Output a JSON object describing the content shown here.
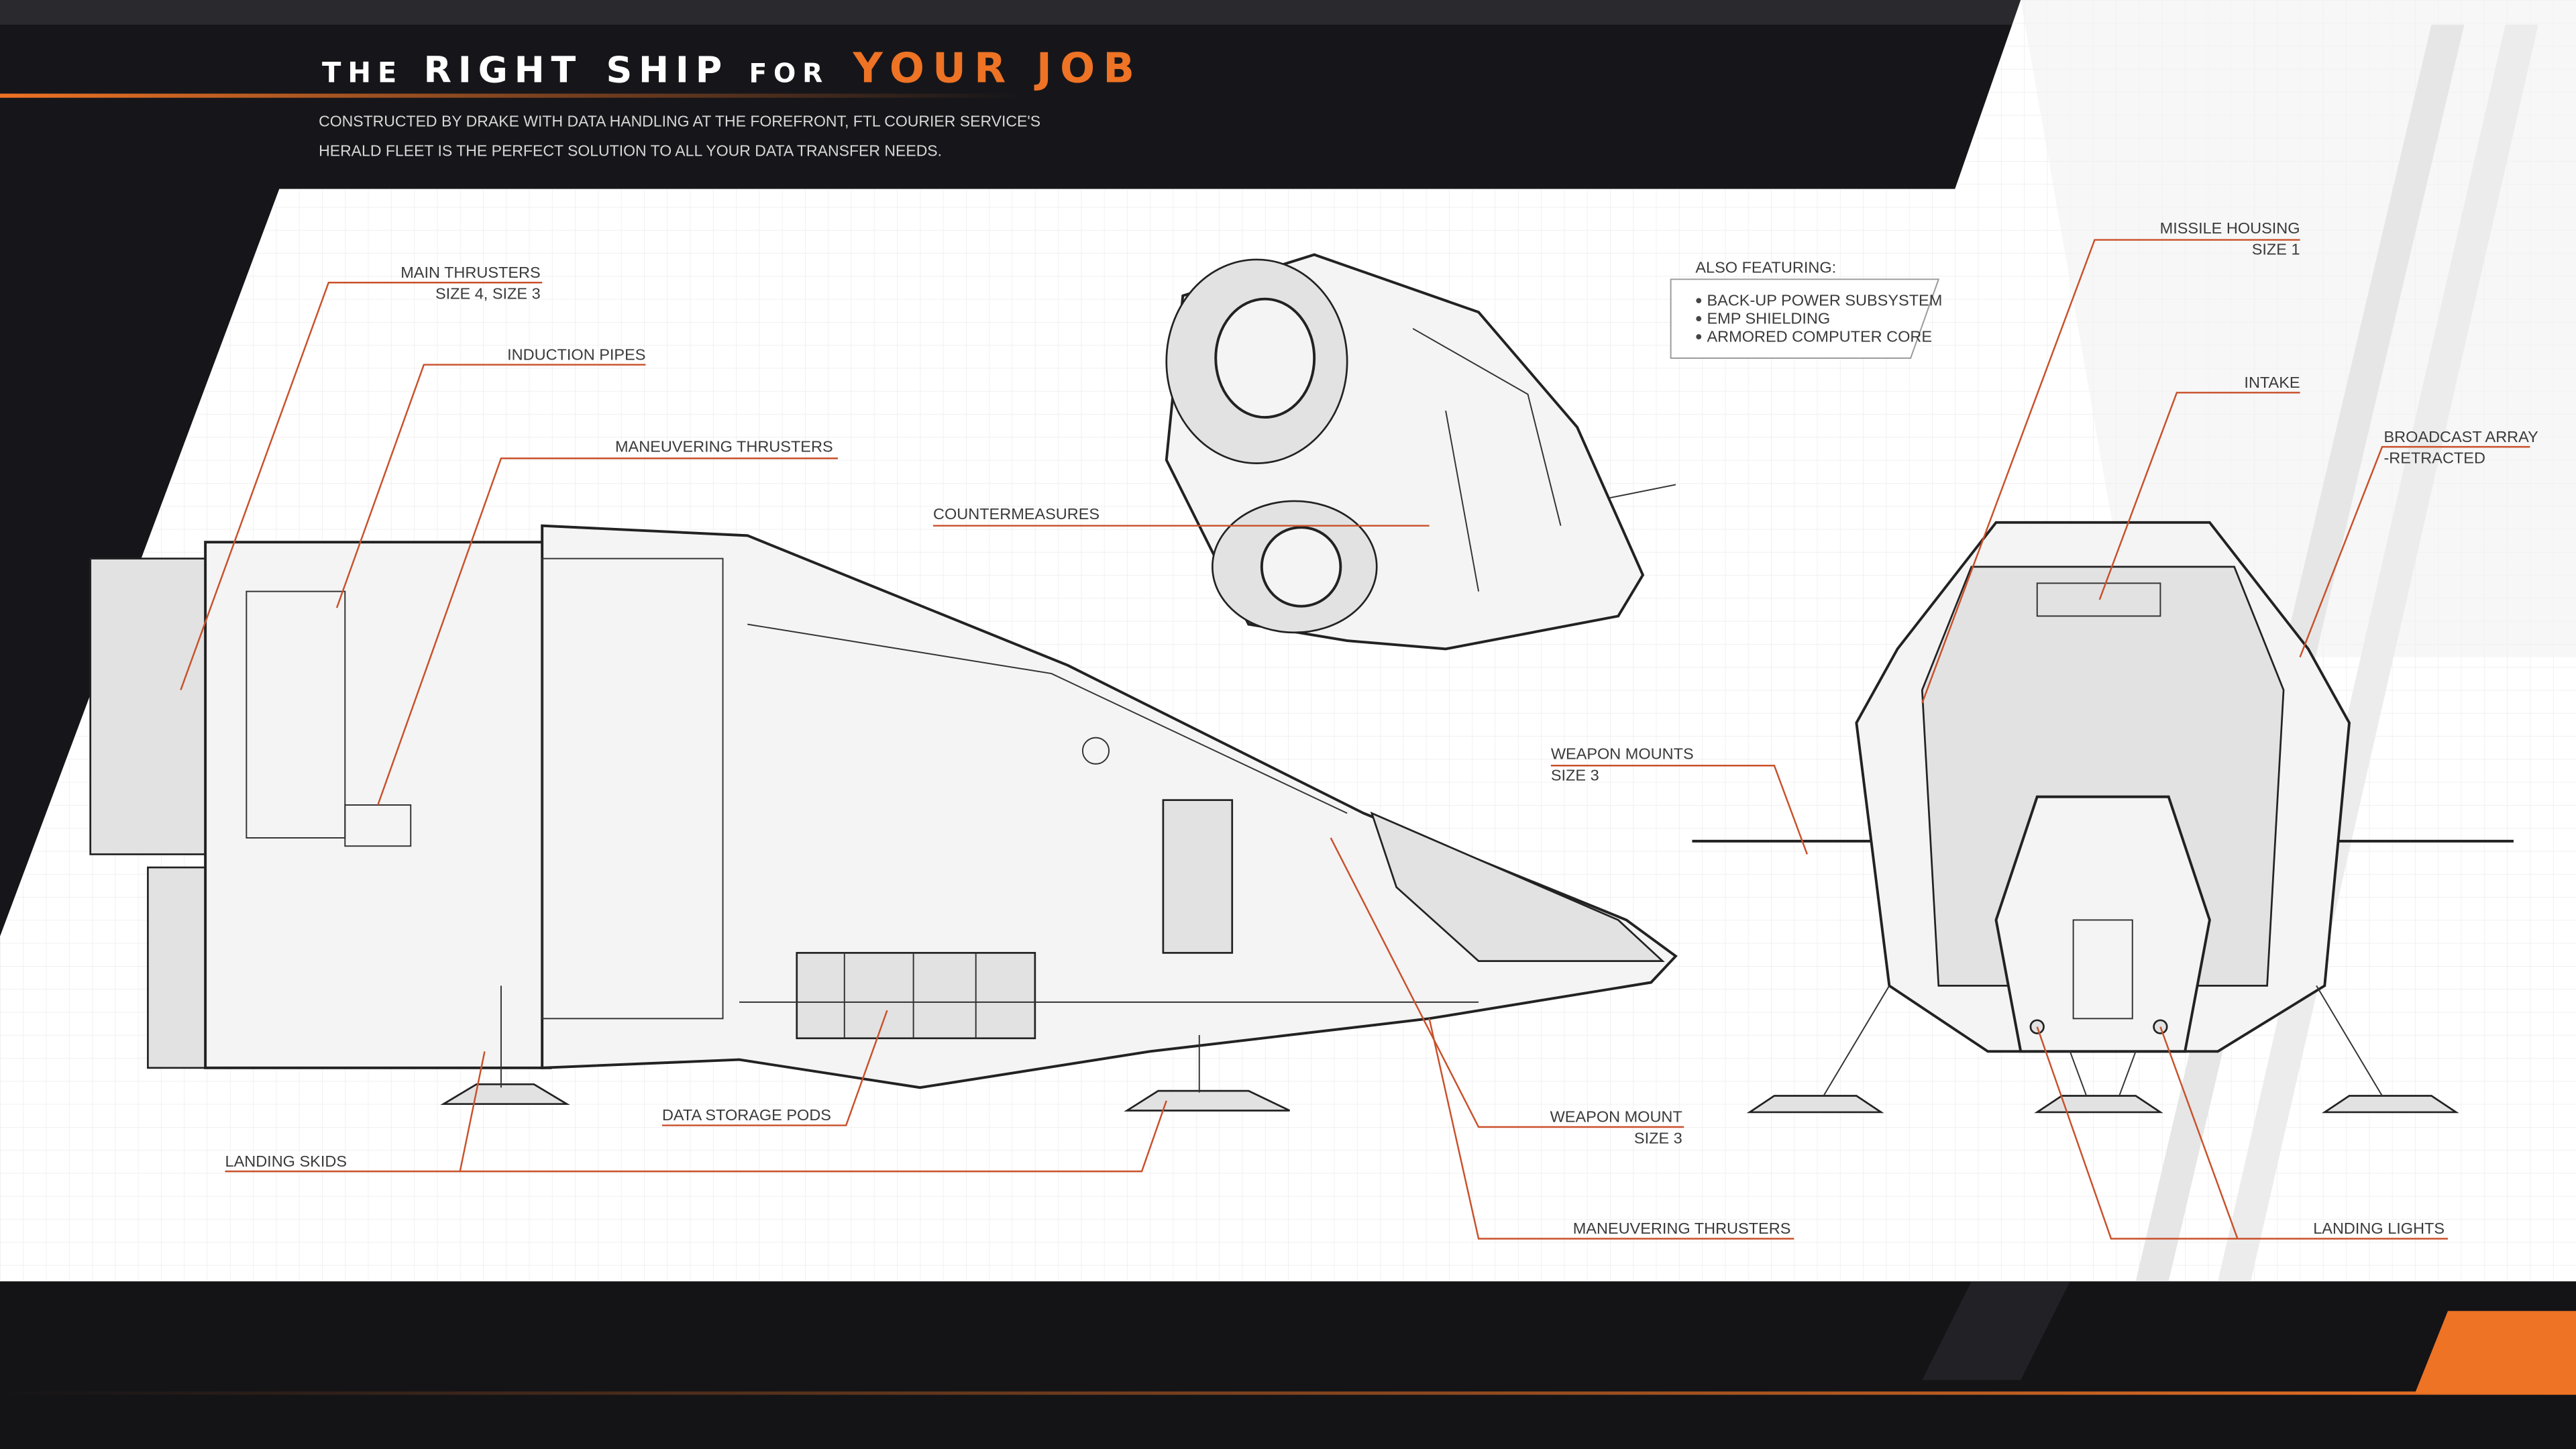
{
  "header": {
    "title_parts": [
      "THE",
      "RIGHT",
      "SHIP",
      "FOR",
      "YOUR JOB"
    ],
    "subtitle_lines": [
      "CONSTRUCTED BY DRAKE WITH DATA HANDLING AT THE FOREFRONT, FTL COURIER SERVICE'S",
      "HERALD FLEET IS THE PERFECT SOLUTION TO ALL YOUR DATA TRANSFER NEEDS."
    ]
  },
  "features": {
    "heading": "ALSO FEATURING:",
    "items": [
      "BACK-UP POWER SUBSYSTEM",
      "EMP SHIELDING",
      "ARMORED COMPUTER CORE"
    ]
  },
  "callouts": {
    "main_thrusters": [
      "MAIN THRUSTERS",
      "SIZE 4, SIZE 3"
    ],
    "induction_pipes": "INDUCTION PIPES",
    "maneuvering_thrusters_side": "MANEUVERING THRUSTERS",
    "countermeasures": "COUNTERMEASURES",
    "missile_housing": [
      "MISSILE HOUSING",
      "SIZE 1"
    ],
    "intake": "INTAKE",
    "broadcast_array": [
      "BROADCAST ARRAY",
      "-RETRACTED"
    ],
    "weapon_mounts": [
      "WEAPON MOUNTS",
      "SIZE 3"
    ],
    "data_storage_pods": "DATA STORAGE PODS",
    "landing_skids": "LANDING SKIDS",
    "weapon_mount": [
      "WEAPON MOUNT",
      "SIZE 3"
    ],
    "maneuvering_thrusters_bottom": "MANEUVERING THRUSTERS",
    "landing_lights": "LANDING LIGHTS"
  },
  "colors": {
    "accent": "#ee7325",
    "leader": "#c9502a",
    "background": "#16161a",
    "panel": "#ffffff"
  }
}
